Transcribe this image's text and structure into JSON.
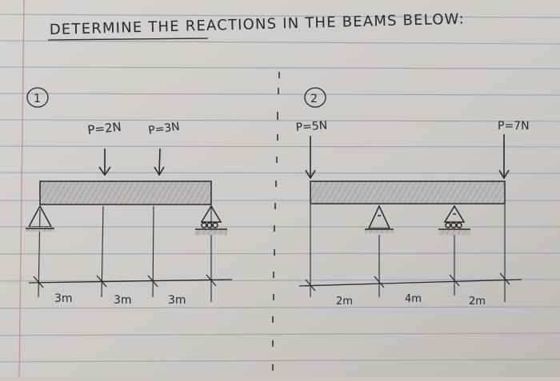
{
  "header": {
    "title": "DETERMINE THE REACTIONS IN THE BEAMS BELOW:"
  },
  "problem1": {
    "number": "1",
    "loads": [
      {
        "label": "P=2N"
      },
      {
        "label": "P=3N"
      }
    ],
    "spans": [
      {
        "label": "3m"
      },
      {
        "label": "3m"
      },
      {
        "label": "3m"
      }
    ]
  },
  "problem2": {
    "number": "2",
    "loads": [
      {
        "label": "P=5N"
      },
      {
        "label": "P=7N"
      }
    ],
    "spans": [
      {
        "label": "2m"
      },
      {
        "label": "4m"
      },
      {
        "label": "2m"
      }
    ]
  },
  "colors": {
    "paper": "#cfccc9",
    "rule_line": "#9a9bab",
    "margin_line": "#b98a92",
    "ink": "#2a2a2c"
  }
}
